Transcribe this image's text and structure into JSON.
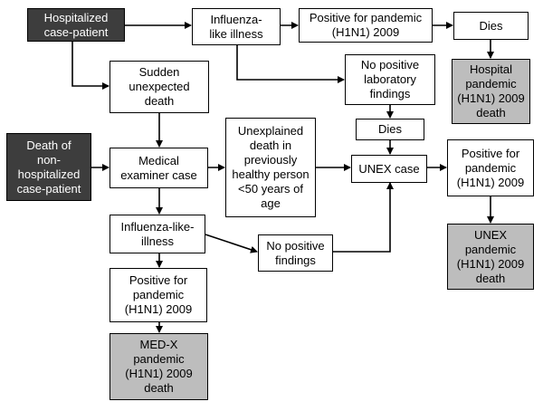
{
  "nodes": {
    "hospitalized": "Hospitalized\ncase-patient",
    "ili_top": "Influenza-\nlike illness",
    "positive_top": "Positive for pandemic\n(H1N1) 2009",
    "dies_top": "Dies",
    "sudden_death": "Sudden\nunexpected\ndeath",
    "no_lab": "No positive\nlaboratory\nfindings",
    "hospital_death": "Hospital\npandemic\n(H1N1) 2009\ndeath",
    "dies_mid": "Dies",
    "death_nonhosp": "Death of\nnon-\nhospitalized\ncase-patient",
    "medical_examiner": "Medical\nexaminer case",
    "unexplained": "Unexplained\ndeath in\npreviously\nhealthy person\n<50 years of\nage",
    "unex_case": "UNEX case",
    "positive_right": "Positive for\npandemic\n(H1N1) 2009",
    "ili_left": "Influenza-like-\nillness",
    "no_findings": "No positive\nfindings",
    "unex_death": "UNEX\npandemic\n(H1N1) 2009\ndeath",
    "positive_left": "Positive for\npandemic\n(H1N1) 2009",
    "medx_death": "MED-X\npandemic\n(H1N1) 2009\ndeath"
  },
  "colors": {
    "dark": "#3d3d3d",
    "grey": "#bdbdbd",
    "line": "#000000"
  }
}
